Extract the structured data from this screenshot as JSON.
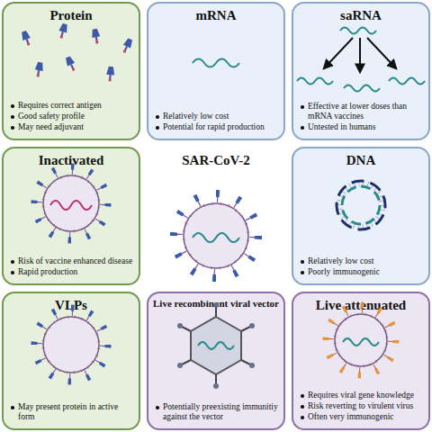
{
  "diagram": {
    "nodes": [
      {
        "text": [
          "Protein",
          "Requires correct antigen",
          "Good safety profile",
          "May need adjuvant"
        ]
      },
      {
        "text": [
          "mRNA",
          "Relatively low cost",
          "Potential for rapid production"
        ]
      },
      {
        "text": [
          "saRNA",
          "Effective at lower doses than mRNA vaccines",
          "Untested in humans"
        ]
      },
      {
        "text": [
          "Inactivated",
          "Risk of vaccine enhanced disease",
          "Rapid production"
        ]
      },
      {
        "text": [
          "DNA",
          "Relatively low cost",
          "Poorly immunogenic"
        ]
      },
      {
        "text": [
          "VLPs",
          "May present protein in active form"
        ]
      },
      {
        "text": [
          "Live recombinant viral vector",
          "Potentially preexisting immunitiy against the vector"
        ]
      },
      {
        "text": [
          "Live attenuated",
          "Requires viral gene knowledge",
          "Risk reverting to virulent virus",
          "Often very immunogenic"
        ]
      }
    ],
    "labels": [
      "SAR-CoV-2"
    ]
  }
}
